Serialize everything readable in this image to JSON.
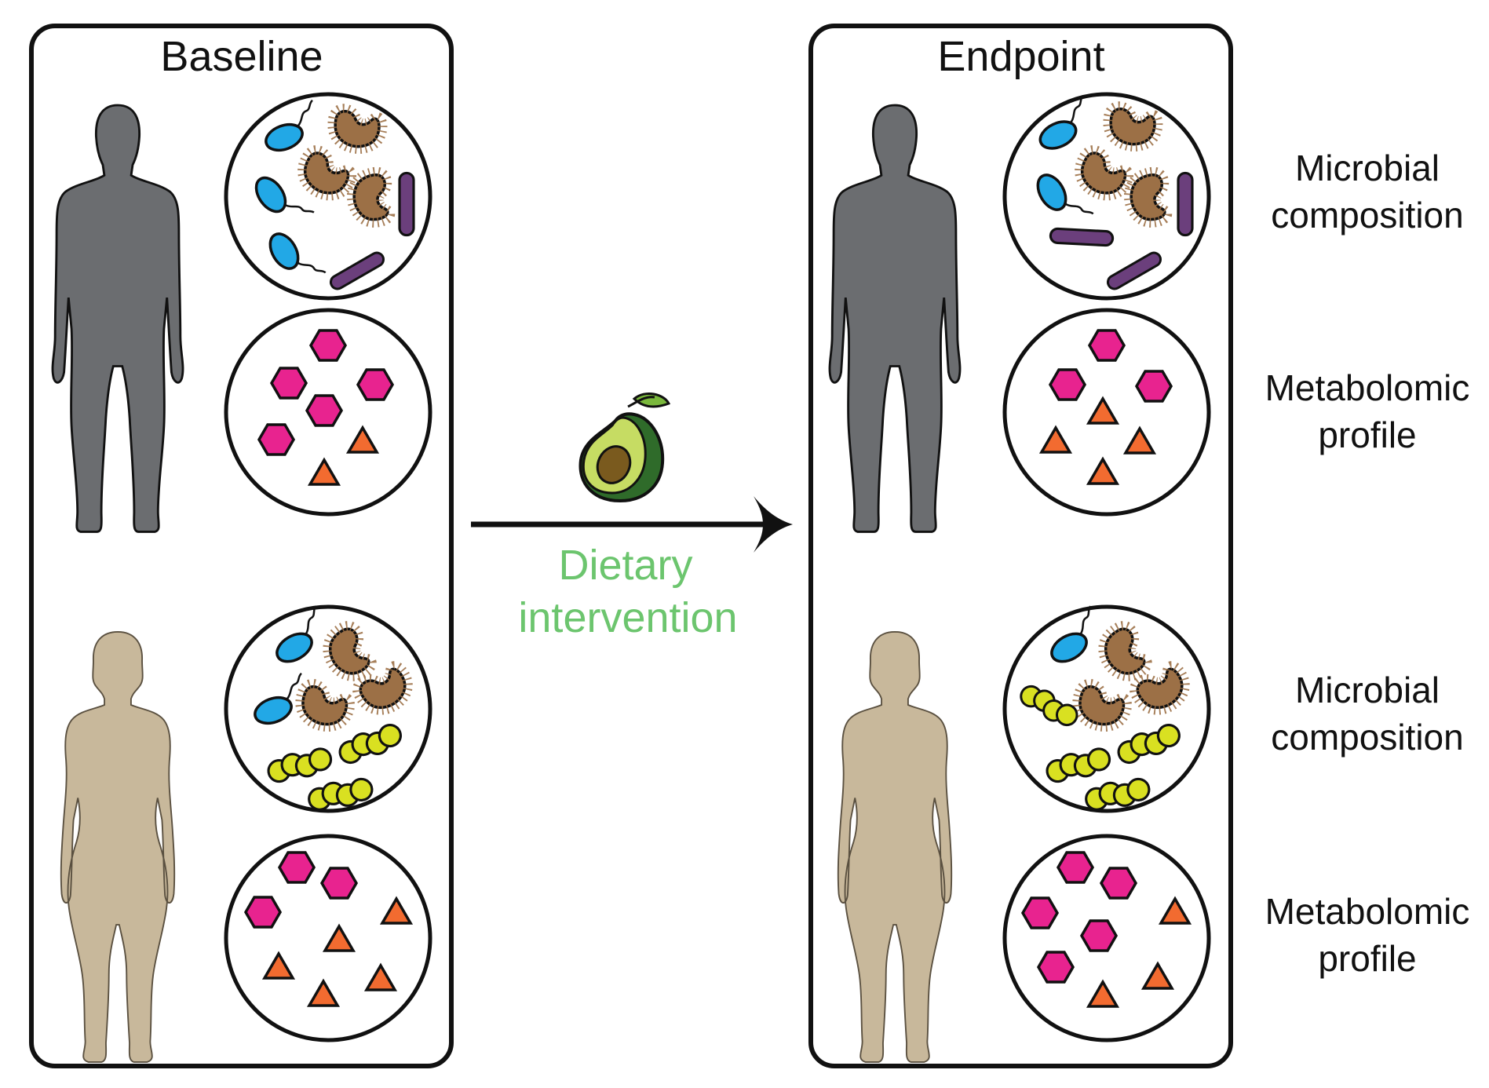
{
  "panels": {
    "baseline": {
      "title": "Baseline"
    },
    "endpoint": {
      "title": "Endpoint"
    }
  },
  "intervention": {
    "line1": "Dietary",
    "line2": "intervention"
  },
  "side_labels": {
    "upper": {
      "microbial_line1": "Microbial",
      "microbial_line2": "composition",
      "metabolomic_line1": "Metabolomic",
      "metabolomic_line2": "profile"
    },
    "lower": {
      "microbial_line1": "Microbial",
      "microbial_line2": "composition",
      "metabolomic_line1": "Metabolomic",
      "metabolomic_line2": "profile"
    }
  },
  "colors": {
    "male_figure": "#6b6d70",
    "female_figure": "#c8b89b",
    "blue_bacteria": "#22a8e6",
    "brown_bacteria": "#9c7046",
    "purple_bacteria": "#6b3f7c",
    "yellow_bacteria": "#d9e021",
    "hexagon_metabolite": "#e8238f",
    "triangle_metabolite": "#f26b30",
    "intervention_text": "#6cc56e",
    "avocado_skin": "#2f6b2a",
    "avocado_flesh": "#c6dc63",
    "avocado_pit": "#7a5a1e"
  },
  "icons": [
    "male-silhouette-icon",
    "female-silhouette-icon",
    "avocado-icon",
    "arrow-right-icon"
  ]
}
